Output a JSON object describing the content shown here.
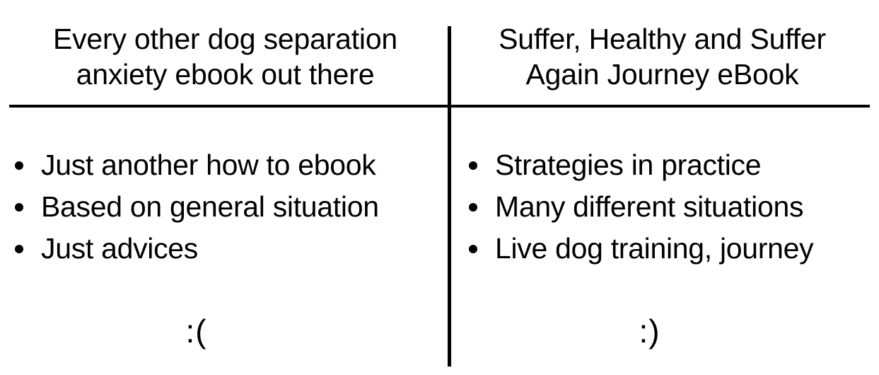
{
  "layout": {
    "type": "two-column-comparison-table",
    "divider_color": "#000000",
    "background_color": "#ffffff",
    "text_color": "#000000"
  },
  "columns": [
    {
      "id": "left",
      "header": "Every other dog separation\nanxiety ebook out there",
      "bullets": [
        "Just another how to ebook",
        "Based on general situation",
        "Just advices"
      ],
      "emoticon": ":(",
      "emoticon_name": "sad-face-emoticon"
    },
    {
      "id": "right",
      "header": "Suffer, Healthy and Suffer\nAgain Journey eBook",
      "bullets": [
        "Strategies in practice",
        "Many different situations",
        "Live dog training, journey"
      ],
      "emoticon": ":)",
      "emoticon_name": "happy-face-emoticon"
    }
  ]
}
